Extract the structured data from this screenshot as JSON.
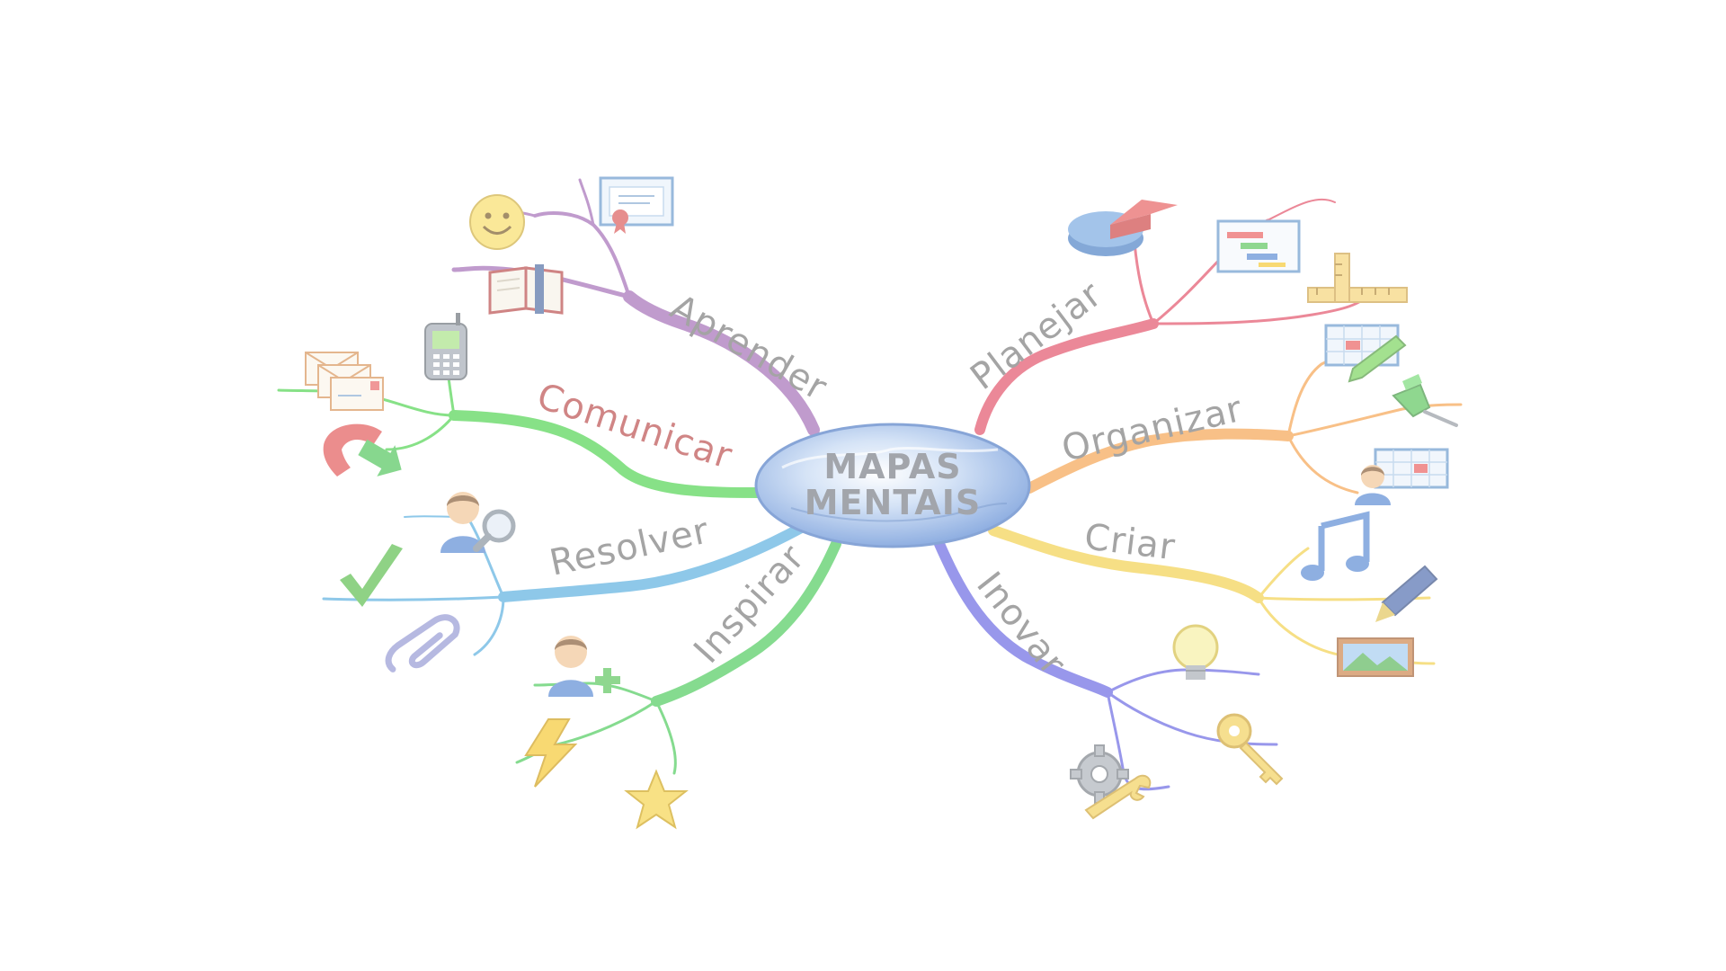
{
  "center": {
    "line1": "MAPAS",
    "line2": "MENTAIS"
  },
  "branches": {
    "aprender": {
      "label": "Aprender",
      "color": "#9b5fb0",
      "icons": [
        "smiley-icon",
        "certificate-icon",
        "book-icon"
      ]
    },
    "comunicar": {
      "label": "Comunicar",
      "color": "#3ecf3e",
      "label_color": "#b43c3c",
      "icons": [
        "mobile-phone-icon",
        "envelopes-icon",
        "phone-handset-icon"
      ]
    },
    "resolver": {
      "label": "Resolver",
      "color": "#4aa8dc",
      "icons": [
        "user-search-icon",
        "checkmark-icon",
        "paperclip-icon"
      ]
    },
    "inspirar": {
      "label": "Inspirar",
      "color": "#3cc64c",
      "icons": [
        "user-add-icon",
        "lightning-icon",
        "star-icon"
      ]
    },
    "planejar": {
      "label": "Planejar",
      "color": "#e0415a",
      "icons": [
        "pie-chart-icon",
        "gantt-chart-icon",
        "ruler-icon"
      ]
    },
    "organizar": {
      "label": "Organizar",
      "color": "#f59a3e",
      "icons": [
        "calendar-edit-icon",
        "pushpin-icon",
        "user-calendar-icon"
      ]
    },
    "criar": {
      "label": "Criar",
      "color": "#f2cc3c",
      "icons": [
        "music-note-icon",
        "fountain-pen-icon",
        "picture-icon"
      ]
    },
    "inovar": {
      "label": "Inovar",
      "color": "#5a58e0",
      "icons": [
        "lightbulb-icon",
        "key-icon",
        "gear-wrench-icon"
      ]
    }
  }
}
